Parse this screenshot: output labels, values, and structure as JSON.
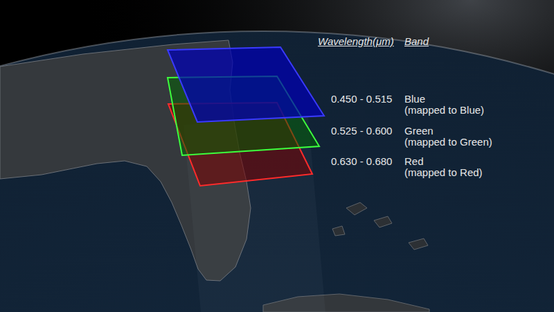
{
  "diagram": {
    "labels": [
      "Wavelength(μm)",
      "Band",
      "0.450 - 0.515",
      "Blue",
      "(mapped to Blue)",
      "0.525 - 0.600",
      "Green",
      "(mapped to Green)",
      "0.630 - 0.680",
      "Red",
      "(mapped to Red)"
    ]
  }
}
